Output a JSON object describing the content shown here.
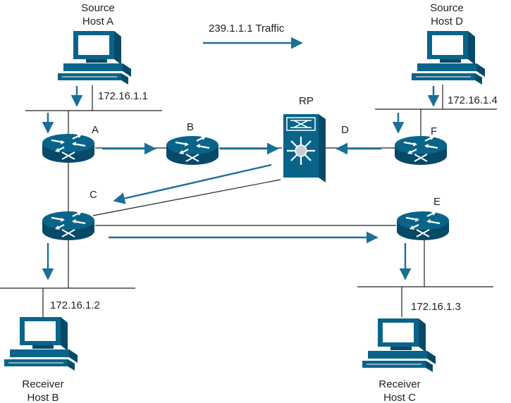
{
  "colors": {
    "device": "#0a6489",
    "device_dark": "#064a68",
    "device_light": "#5b9dbb",
    "arrow": "#1a6f96",
    "line": "#222222"
  },
  "traffic": {
    "label": "239.1.1.1 Traffic"
  },
  "hosts": {
    "a": {
      "role": "Source",
      "name": "Host A",
      "ip": "172.16.1.1",
      "icon": "computer-icon"
    },
    "d": {
      "role": "Source",
      "name": "Host D",
      "ip": "172.16.1.4",
      "icon": "computer-icon"
    },
    "b": {
      "role": "Receiver",
      "name": "Host B",
      "ip": "172.16.1.2",
      "icon": "computer-icon"
    },
    "c": {
      "role": "Receiver",
      "name": "Host C",
      "ip": "172.16.1.3",
      "icon": "computer-icon"
    }
  },
  "routers": {
    "a": {
      "label": "A",
      "icon": "router-icon"
    },
    "b": {
      "label": "B",
      "icon": "router-icon"
    },
    "c": {
      "label": "C",
      "icon": "router-icon"
    },
    "e": {
      "label": "E",
      "icon": "router-icon"
    },
    "f": {
      "label": "F",
      "icon": "router-icon"
    }
  },
  "rp": {
    "title": "RP",
    "label": "D",
    "icon": "multilayer-switch-icon"
  }
}
